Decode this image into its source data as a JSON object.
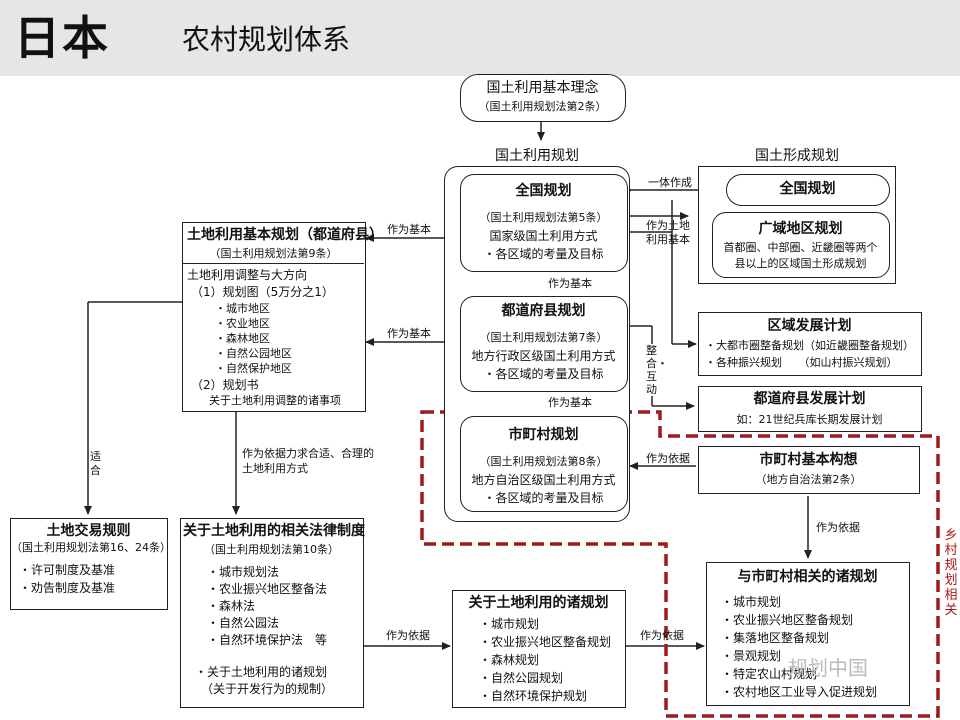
{
  "header": {
    "country": "日本",
    "title": "农村规划体系"
  },
  "top_concept": {
    "title": "国土利用基本理念",
    "sub": "（国土利用规划法第2条）"
  },
  "national_land_use_plan": {
    "label": "国土利用规划",
    "national": {
      "title": "全国规划",
      "lines": [
        "（国土利用规划法第5条）",
        "国家级国土利用方式",
        "・各区域的考量及目标"
      ]
    },
    "prefecture": {
      "title": "都道府县规划",
      "lines": [
        "（国土利用规划法第7条）",
        "地方行政区级国土利用方式",
        "・各区域的考量及目标"
      ]
    },
    "municipal": {
      "title": "市町村规划",
      "lines": [
        "（国土利用规划法第8条）",
        "地方自治区级国土利用方式",
        "・各区域的考量及目标"
      ]
    }
  },
  "national_formation_plan": {
    "label": "国土形成规划",
    "national": "全国规划",
    "wide_area": {
      "title": "广域地区规划",
      "lines": [
        "首都圈、中部圈、近畿圈等两个",
        "县以上的区域国土形成规划"
      ]
    }
  },
  "regional_dev": {
    "title": "区域发展计划",
    "lines": [
      "・大都市圈整备规划（如近畿圈整备规划）",
      "・各种振兴规划　　（如山村振兴规划）"
    ]
  },
  "prefecture_dev": {
    "title": "都道府县发展计划",
    "lines": [
      "如：21世纪兵库长期发展计划"
    ]
  },
  "municipal_basic": {
    "title": "市町村基本构想",
    "sub": "（地方自治法第2条）"
  },
  "land_basic_plan": {
    "title": "土地利用基本规划（都道府县）",
    "sub": "（国土利用规划法第9条）",
    "lines": [
      "土地利用调整与大方向",
      "（1）规划图（5万分之1）",
      "・城市地区",
      "・农业地区",
      "・森林地区",
      "・自然公园地区",
      "・自然保护地区",
      "（2）规划书",
      "关于土地利用调整的诸事项"
    ]
  },
  "land_transaction": {
    "title": "土地交易规则",
    "sub": "（国土利用规划法第16、24条）",
    "lines": [
      "・许可制度及基准",
      "・劝告制度及基准"
    ]
  },
  "related_laws": {
    "title": "关于土地利用的相关法律制度",
    "sub": "（国土利用规划法第10条）",
    "lines": [
      "・城市规划法",
      "・农业振兴地区整备法",
      "・森林法",
      "・自然公园法",
      "・自然环境保护法　等",
      "・关于土地利用的诸规划",
      "（关于开发行为的规制）"
    ]
  },
  "land_plans": {
    "title": "关于土地利用的诸规划",
    "lines": [
      "・城市规划",
      "・农业振兴地区整备规划",
      "・森林规划",
      "・自然公园规划",
      "・自然环境保护规划"
    ]
  },
  "municipal_plans": {
    "title": "与市町村相关的诸规划",
    "lines": [
      "・城市规划",
      "・农业振兴地区整备规划",
      "・集落地区整备规划",
      "・景观规划",
      "・特定农山村规划",
      "・农村地区工业导入促进规划"
    ]
  },
  "arrows": {
    "integrated": "一体作成",
    "basis_land_use": "作为土地利用基本",
    "as_basis": "作为基本",
    "coordinate": "整合・互动",
    "as_reference": "作为依据",
    "reference_long": "作为依据力求合适、合理的土地利用方式",
    "suitable": "适合"
  },
  "side_label": "乡村规划相关",
  "watermark": "规划中国"
}
